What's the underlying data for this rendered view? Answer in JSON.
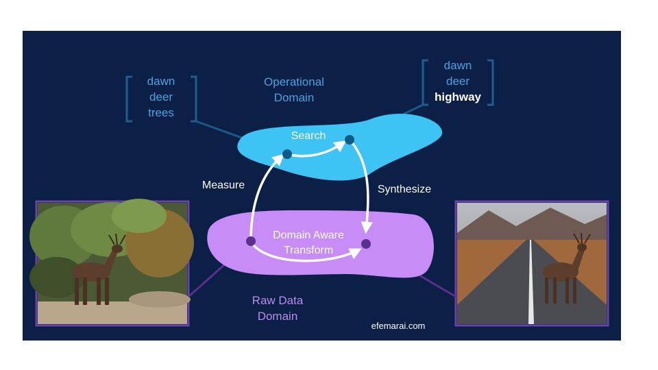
{
  "left_bracket": {
    "lines": [
      "dawn",
      "deer",
      "trees"
    ]
  },
  "right_bracket": {
    "lines": [
      "dawn",
      "deer"
    ],
    "highlight": "highway"
  },
  "operational_domain": {
    "line1": "Operational",
    "line2": "Domain",
    "inner": "Search"
  },
  "raw_domain": {
    "line1": "Raw Data",
    "line2": "Domain",
    "inner1": "Domain Aware",
    "inner2": "Transform"
  },
  "arrows": {
    "measure": "Measure",
    "synthesize": "Synthesize"
  },
  "credit": "efemarai.com",
  "colors": {
    "background": "#0b1f47",
    "operational": "#3ec3f5",
    "raw": "#c88cf6",
    "node_blue": "#0f5a86",
    "node_purple": "#5a2f8e",
    "frame": "#6a43a6"
  }
}
